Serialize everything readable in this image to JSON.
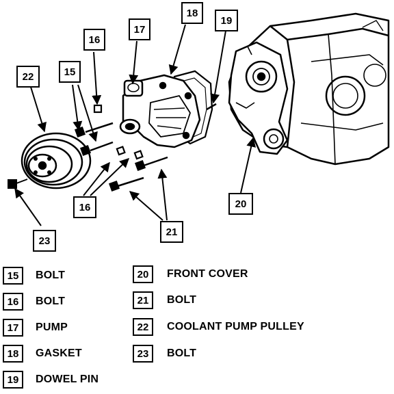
{
  "callouts": {
    "c15": "15",
    "c16a": "16",
    "c16b": "16",
    "c17": "17",
    "c18": "18",
    "c19": "19",
    "c20": "20",
    "c21": "21",
    "c22": "22",
    "c23": "23"
  },
  "legend": [
    {
      "num": "15",
      "label": "BOLT"
    },
    {
      "num": "16",
      "label": "BOLT"
    },
    {
      "num": "17",
      "label": "PUMP"
    },
    {
      "num": "18",
      "label": "GASKET"
    },
    {
      "num": "19",
      "label": "DOWEL PIN"
    },
    {
      "num": "20",
      "label": "FRONT COVER"
    },
    {
      "num": "21",
      "label": "BOLT"
    },
    {
      "num": "22",
      "label": "COOLANT PUMP PULLEY"
    },
    {
      "num": "23",
      "label": "BOLT"
    }
  ]
}
